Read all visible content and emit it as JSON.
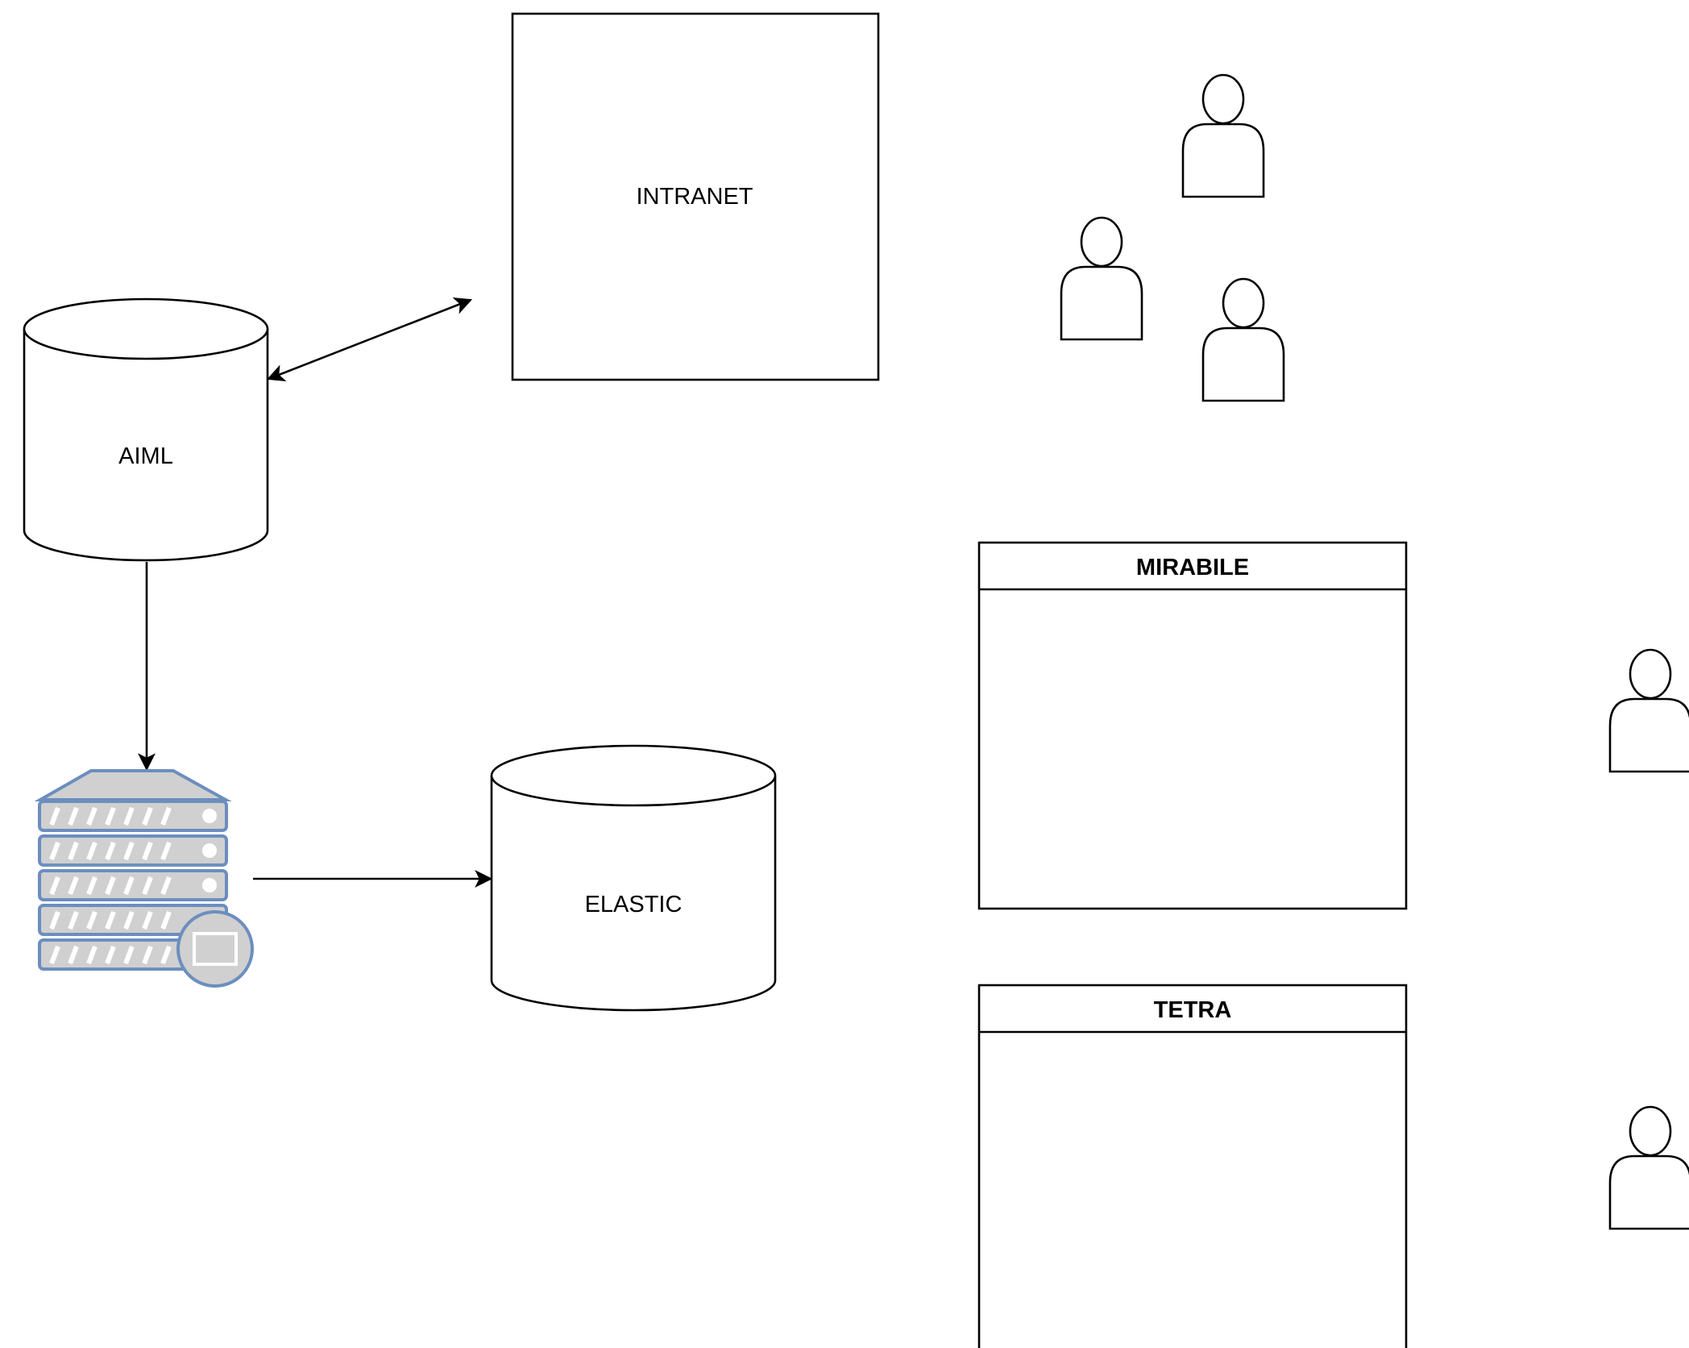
{
  "nodes": {
    "intranet": {
      "label": "INTRANET",
      "shape": "rectangle"
    },
    "aiml": {
      "label": "AIML",
      "shape": "cylinder"
    },
    "elastic": {
      "label": "ELASTIC",
      "shape": "cylinder"
    },
    "server": {
      "icon": "server-icon",
      "shape": "server-rack"
    },
    "mirabile": {
      "label": "MIRABILE",
      "shape": "swimlane-container"
    },
    "tetra": {
      "label": "TETRA",
      "shape": "swimlane-container"
    },
    "users": [
      {
        "icon": "user-icon"
      },
      {
        "icon": "user-icon"
      },
      {
        "icon": "user-icon"
      },
      {
        "icon": "user-icon"
      },
      {
        "icon": "user-icon"
      }
    ]
  },
  "edges": [
    {
      "from": "aiml",
      "to": "intranet",
      "direction": "both"
    },
    {
      "from": "aiml",
      "to": "server",
      "direction": "forward"
    },
    {
      "from": "server",
      "to": "elastic",
      "direction": "forward"
    }
  ],
  "colors": {
    "stroke": "#000000",
    "server_outline": "#6c8ebf",
    "server_fill": "#d0d0d0"
  }
}
